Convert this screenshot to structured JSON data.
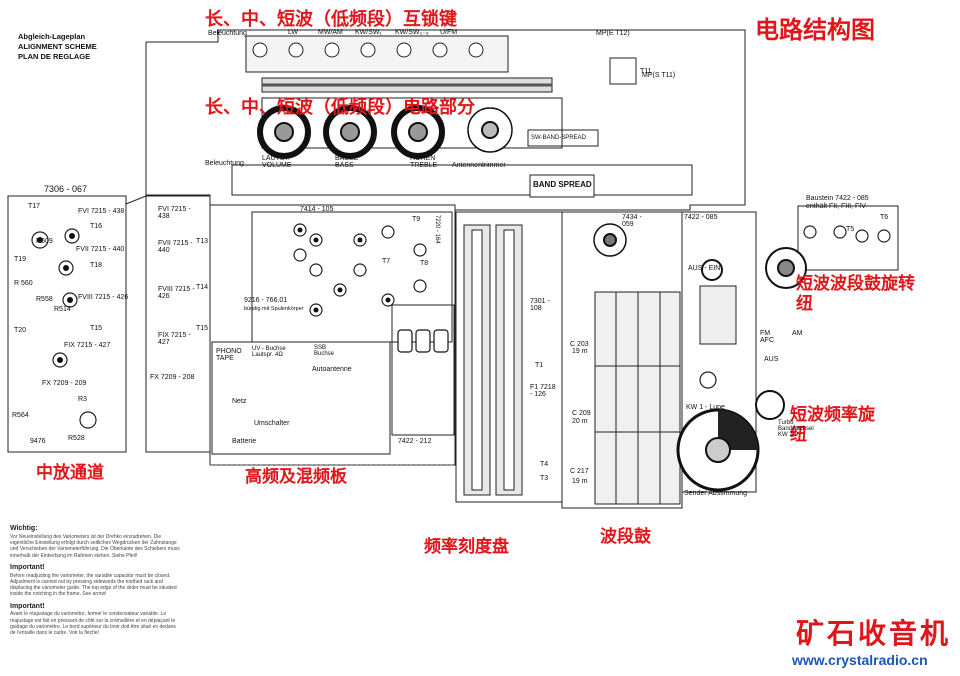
{
  "colors": {
    "accent_red": "#e0161b",
    "link_blue": "#1a57b8",
    "ink": "#111111"
  },
  "header": {
    "title_lines": [
      "Abgleich-Lageplan",
      "ALIGNMENT SCHEME",
      "PLAN DE REGLAGE"
    ],
    "main_title": "电路结构图"
  },
  "annotations": {
    "interlock_keys": "长、中、短波（低频段）互锁键",
    "circuit_section": "长、中、短波（低频段）电路部分",
    "sw_band_knob": "短波波段鼓旋转纽",
    "sw_freq_knob": "短波频率旋纽",
    "if_channel": "中放通道",
    "rf_mixer_board": "高频及混频板",
    "dial_scale": "频率刻度盘",
    "band_drum": "波段鼓"
  },
  "labels": {
    "beleuchtung_top": "Beleuchtung",
    "keys": [
      "LW",
      "MW/AM",
      "KW/SW₁",
      "KW/SW₂₋₉",
      "U/FM"
    ],
    "mp_e": "MP(E T12)",
    "mp_s": "MP(S T11)",
    "sw_band_spread": "SW-BAND-SPREAD",
    "volume": "LAUTST. VOLUME",
    "bass": "BASSE BASS",
    "treble": "HÖHEN TREBLE",
    "antennentrimmer": "Antennentrimmer",
    "band_spread": "BAND SPREAD",
    "beleuchtung_left": "Beleuchtung",
    "board_7306": "7306 - 067",
    "board_7414": "7414 - 105",
    "board_7434": "7434 - 059",
    "board_7422": "7422 - 085",
    "board_7301": "7301 - 108",
    "board_7422_212": "7422 - 212",
    "board_9216": "9216 - 766.01",
    "board_9216_sub": "bündig mit Spulenkörper",
    "baustein": "Baustein 7422 - 085",
    "baustein_sub": "enthält FII, FIII, FIV",
    "aus_ein": "AUS - EIN",
    "fm_afc": "FM AFC",
    "aus": "AUS",
    "am": "AM",
    "kw1_lupe": "KW 1 - Lupe",
    "sender_abstimmung": "Sender Abstimmung",
    "turbo": "Turbo Bandwechsel KW 2-9",
    "phono": "PHONO TAPE",
    "uv_buchse": "UV - Buchse Lautspr. 4Ω",
    "ssb": "SSB Buchse",
    "autoantenne": "Autoantenne",
    "netz": "Netz",
    "umschalter": "Umschalter",
    "batterie": "Batterie",
    "fvi_l": "FVI 7215 - 438",
    "fvii_l": "FVII 7215 - 440",
    "fviii_l": "FVIII 7215 - 426",
    "fix_l": "FIX 7215 - 427",
    "fx_l": "FX 7209 - 209",
    "fvi_r": "FVI 7215 - 438",
    "fvii_r": "FVII 7215 - 440",
    "fviii_r": "FVIII 7215 - 426",
    "fix_r": "FIX 7215 - 427",
    "fx_r": "FX 7209 - 208",
    "t17": "T17",
    "t16": "T16",
    "t18": "T18",
    "t19": "T19",
    "t20": "T20",
    "t15": "T15",
    "t14": "T14",
    "t13": "T13",
    "t9": "T9",
    "t7": "T7",
    "t8": "T8",
    "t1": "T1",
    "t3": "T3",
    "t4": "T4",
    "t6": "T6",
    "t5": "T5",
    "r509": "R509",
    "r560": "R 560",
    "r558": "R558",
    "r514": "R514",
    "r564": "R564",
    "r3": "R3",
    "r528": "R528",
    "n9476": "9476",
    "c203": "C 203",
    "c209": "C 209",
    "c217": "C 217",
    "f1": "F1 7218 - 126",
    "m19": "19 m",
    "m20": "20 m",
    "m19b": "19 m",
    "t11": "T11",
    "v7220": "7220 - 164"
  },
  "notes": [
    {
      "head": "Wichtig:",
      "body": "Vor Neueinstellung des Variometers ist der Drehko einzudrehen. Die eigentliche Einstellung erfolgt durch seitliches Wegdrücken der Zahnstange und Verschieben der Variometerführung. Die Oberkante des Schiebers muss innerhalb der Einkerbung im Rahmen stehen. Siehe Pfeil!"
    },
    {
      "head": "Important!",
      "body": "Before readjusting the variometer, the variable capacitor must be closed. Adjustment is carried out by pressing sidewards the toothed rack and displacing the variometer guide. The top edge of the slider must be situated inside the notching in the frame. See arrow!"
    },
    {
      "head": "Important!",
      "body": "Avant le réajustage du variomètre, fermer le condensateur variable. Le réajustage est fait en pressant de côté sur la crémaillère et en déplaçant le guidage du variomètre. Le bord supérieur du tiroir doit être situé en dedans de l'entaille dans le cadre. Voir la flèche!"
    }
  ],
  "footer": {
    "logo": "矿石收音机",
    "site": "www.crystalradio.cn"
  }
}
